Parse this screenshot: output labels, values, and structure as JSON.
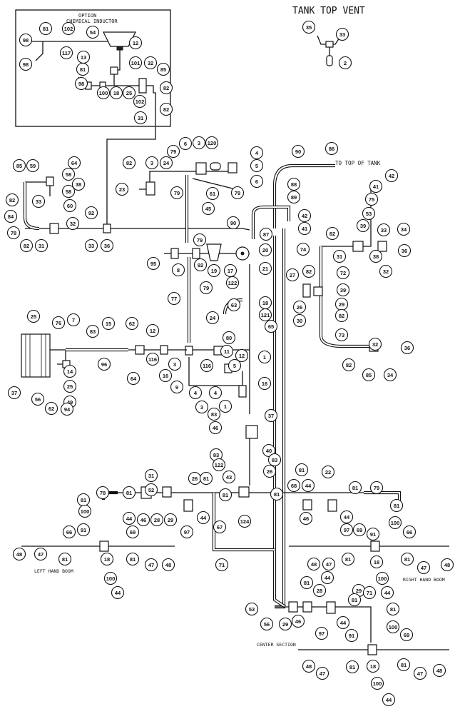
{
  "labels": {
    "tank_top_vent": "TANK TOP VENT",
    "option": "OPTION",
    "chemical_inductor": "CHEMICAL INDUCTOR",
    "to_top_of_tank": "TO TOP OF TANK",
    "left_hand_boom": "LEFT HAND BOOM",
    "right_hand_boom": "RIGHT HAND BOOM",
    "center_section": "CENTER SECTION"
  },
  "callouts": {
    "c35": "35",
    "c33v": "33",
    "c2": "2",
    "c98a": "98",
    "c81a": "81",
    "c102a": "102",
    "c54": "54",
    "c12a": "12",
    "c98b": "98",
    "c117": "117",
    "c13": "13",
    "c81b": "81",
    "c101": "101",
    "c32a": "32",
    "c85a": "85",
    "c98c": "98",
    "c100a": "100",
    "c18a": "18",
    "c25a": "25",
    "c82a": "82",
    "c102b": "102",
    "c82b": "82",
    "c31a": "31",
    "c85b": "85",
    "c59": "59",
    "c64": "64",
    "c58a": "58",
    "c38a": "38",
    "c33a": "33",
    "c58b": "58",
    "c60": "60",
    "c82c": "82",
    "c84": "84",
    "c78": "78",
    "c82d": "82",
    "c31b": "31",
    "c32b": "32",
    "c92": "92",
    "c33b": "33",
    "c36a": "36",
    "c82e": "82",
    "c3a": "3",
    "c24a": "24",
    "c23": "23",
    "c79a": "79",
    "c6a": "6",
    "c3b": "3",
    "c120": "120",
    "c4a": "4",
    "c5a": "5",
    "c6b": "6",
    "c79b": "79",
    "c61": "61",
    "c79c": "79",
    "c45": "45",
    "c90a": "90",
    "c86": "86",
    "c88": "88",
    "c89": "89",
    "c42a": "42",
    "c41a": "41",
    "c75": "75",
    "c53": "53",
    "c39": "39",
    "c33c": "33",
    "c34a": "34",
    "c82f": "82",
    "c31c": "31",
    "c38b": "38",
    "c36b": "36",
    "c32c": "32",
    "c90b": "90",
    "c87": "87",
    "c20": "20",
    "c42b": "42",
    "c41b": "41",
    "c74": "74",
    "c79d": "79",
    "c95": "95",
    "c8": "8",
    "c92b": "92",
    "c19": "19",
    "c17": "17",
    "c21": "21",
    "c122a": "122",
    "c18b": "18",
    "c121": "121",
    "c63": "63",
    "c65": "65",
    "c27": "27",
    "c82g": "82",
    "c72": "72",
    "c39b": "39",
    "c26": "26",
    "c29a": "29",
    "c30": "30",
    "c82h": "82",
    "c77": "77",
    "c79e": "79",
    "c24b": "24",
    "c25b": "25",
    "c76": "76",
    "c7": "7",
    "c83a": "83",
    "c15": "15",
    "c62a": "62",
    "c12b": "12",
    "c14": "14",
    "c96": "96",
    "c116a": "116",
    "c64b": "64",
    "c3c": "3",
    "c16a": "16",
    "c37a": "37",
    "c56": "56",
    "c62b": "62",
    "c25c": "25",
    "c49": "49",
    "c94": "94",
    "c80": "80",
    "c11": "11",
    "c12c": "12",
    "c116b": "116",
    "c5b": "5",
    "c1a": "1",
    "c9": "9",
    "c4b": "4",
    "c4c": "4",
    "c3d": "3",
    "c16b": "16",
    "c1b": "1",
    "c73": "73",
    "c32d": "32",
    "c36c": "36",
    "c82i": "82",
    "c85c": "85",
    "c34b": "34",
    "c83b": "83",
    "c46a": "46",
    "c37b": "37",
    "c83c": "83",
    "c40": "40",
    "c122b": "122",
    "c83d": "83",
    "c43": "43",
    "c26b": "26",
    "c31d": "31",
    "c52": "52",
    "c26c": "26",
    "c81c": "81",
    "c81d": "81",
    "c81e": "81",
    "c78b": "78",
    "c81f": "81",
    "c81g": "81",
    "c100b": "100",
    "c44a": "44",
    "c46b": "46",
    "c28a": "28",
    "c29b": "29",
    "c97a": "97",
    "c44b": "44",
    "c67": "67",
    "c124": "124",
    "c81h": "81",
    "c22": "22",
    "c68": "68",
    "c44c": "44",
    "c46c": "46",
    "c81i": "81",
    "c79f": "79",
    "c81j": "81",
    "c44d": "44",
    "c100c": "100",
    "c97b": "97",
    "c91a": "91",
    "c66a": "66",
    "c69a": "69",
    "c48a": "48",
    "c47a": "47",
    "c81k": "81",
    "c18c": "18",
    "c100d": "100",
    "c81l": "81",
    "c47b": "47",
    "c48b": "48",
    "c44e": "44",
    "c71a": "71",
    "c69b": "69",
    "c91b": "91",
    "c66b": "66",
    "c48c": "48",
    "c47c": "47",
    "c81m": "81",
    "c18d": "18",
    "c100e": "100",
    "c81n": "81",
    "c47d": "47",
    "c48d": "48",
    "c44f": "44",
    "c81o": "81",
    "c44g": "44",
    "c28b": "28",
    "c29c": "29",
    "c81p": "81",
    "c71b": "71",
    "c53b": "53",
    "c56b": "56",
    "c29d": "29",
    "c46d": "46",
    "c81q": "81",
    "c97c": "97",
    "c44h": "44",
    "c91c": "91",
    "c100f": "100",
    "c69c": "69",
    "c48e": "48",
    "c47e": "47",
    "c81r": "81",
    "c18e": "18",
    "c81s": "81",
    "c47f": "47",
    "c48f": "48",
    "c100g": "100",
    "c44i": "44"
  }
}
